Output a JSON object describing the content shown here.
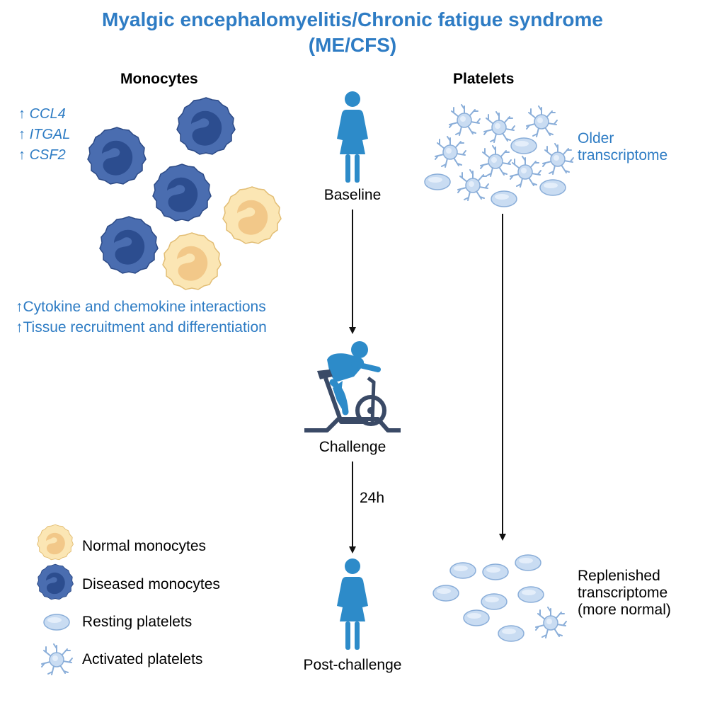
{
  "title": {
    "line1": "Myalgic encephalomyelitis/Chronic fatigue syndrome",
    "line2": "(ME/CFS)"
  },
  "monocytes": {
    "heading": "Monocytes",
    "up_arrow": "↑",
    "genes": [
      "CCL4",
      "ITGAL",
      "CSF2"
    ],
    "pathways": [
      "Cytokine and chemokine interactions",
      "Tissue recruitment and differentiation"
    ]
  },
  "platelets": {
    "heading": "Platelets",
    "older_label": "Older\ntranscriptome",
    "replenished_label": "Replenished\ntranscriptome\n(more normal)"
  },
  "timeline": {
    "baseline": "Baseline",
    "challenge": "Challenge",
    "interval": "24h",
    "post_challenge": "Post-challenge"
  },
  "legend": [
    {
      "icon": "normal-monocyte-icon",
      "label": "Normal monocytes"
    },
    {
      "icon": "diseased-monocyte-icon",
      "label": "Diseased monocytes"
    },
    {
      "icon": "resting-platelet-icon",
      "label": "Resting platelets"
    },
    {
      "icon": "activated-platelet-icon",
      "label": "Activated platelets"
    }
  ],
  "colors": {
    "accent_blue": "#2e7cc4",
    "diseased_monocyte": "#4a6db0",
    "normal_monocyte": "#fbe6b4",
    "platelet": "#c9dcf2",
    "person": "#2d8bc9"
  }
}
